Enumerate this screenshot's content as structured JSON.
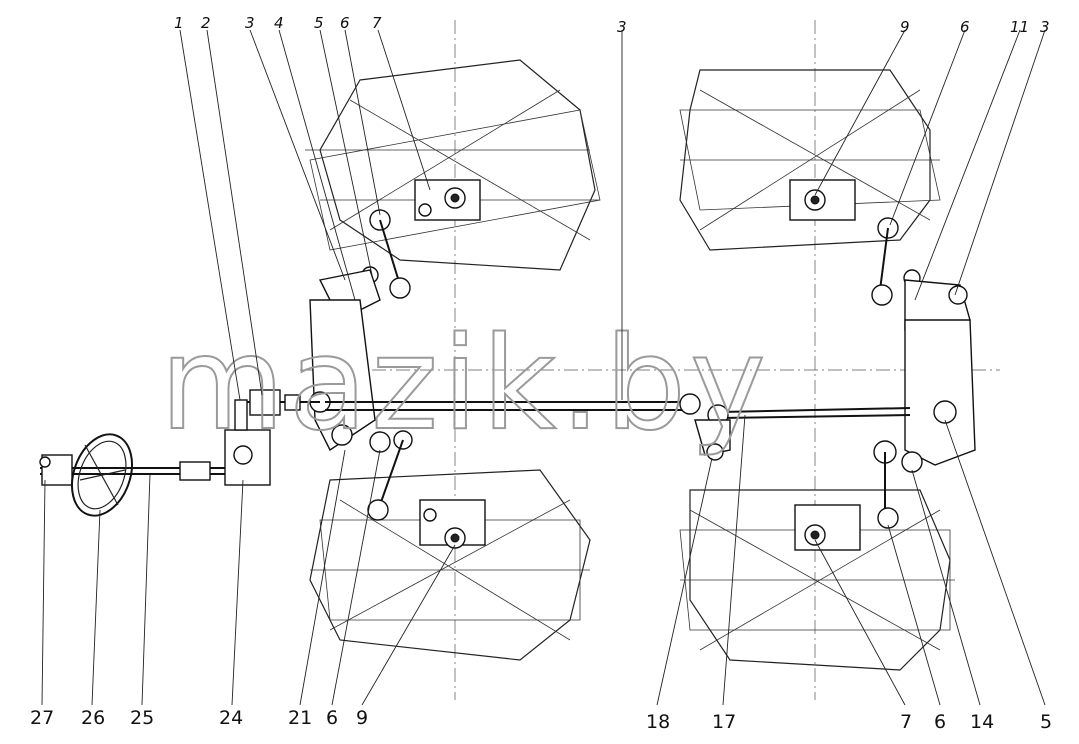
{
  "watermark": "mazik.by",
  "top_labels": [
    "1",
    "2",
    "3",
    "4",
    "5",
    "6",
    "7",
    "3",
    "9",
    "6",
    "11",
    "3"
  ],
  "bottom_labels": [
    "27",
    "26",
    "25",
    "24",
    "21",
    "6",
    "9",
    "18",
    "17",
    "7",
    "6",
    "14",
    "5"
  ]
}
